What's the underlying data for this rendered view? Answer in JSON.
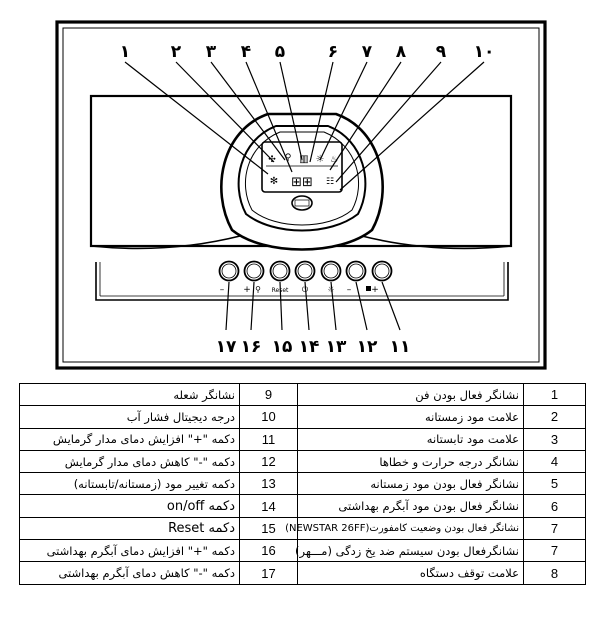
{
  "diagram": {
    "top_numbers": [
      "۱",
      "۲",
      "۳",
      "۴",
      "۵",
      "۶",
      "۷",
      "۸",
      "۹",
      "۱۰"
    ],
    "bottom_numbers": [
      "۱۷",
      "۱۶",
      "۱۵",
      "۱۴",
      "۱۳",
      "۱۲",
      "۱۱"
    ],
    "button_labels": [
      "–",
      "+",
      "Reset",
      "",
      "",
      "–",
      "+"
    ]
  },
  "legend": {
    "right_column": [
      {
        "no": "1",
        "text": "نشانگر فعال بودن فن"
      },
      {
        "no": "2",
        "text": "علامت مود زمستانه"
      },
      {
        "no": "3",
        "text": "علامت مود تابستانه"
      },
      {
        "no": "4",
        "text": "نشانگر درجه حرارت و خطاها"
      },
      {
        "no": "5",
        "text": "نشانگر فعال بودن مود زمستانه"
      },
      {
        "no": "6",
        "text": "نشانگر فعال بودن مود آبگرم بهداشتی"
      },
      {
        "no": "7",
        "text": "نشانگر فعال بودن وضعیت کامفورت(NEWSTAR 26FF)"
      },
      {
        "no": "7",
        "text": "نشانگرفعال بودن سیستم ضد یخ زدگی (مـــهر)"
      },
      {
        "no": "8",
        "text": "علامت توقف دستگاه"
      }
    ],
    "left_column": [
      {
        "no": "9",
        "text": "نشانگر شعله"
      },
      {
        "no": "10",
        "text": "درجه دیجیتال فشار آب"
      },
      {
        "no": "11",
        "text": "دکمه \"+\" افزایش دمای مدار گرمایش"
      },
      {
        "no": "12",
        "text": "دکمه \"-\" کاهش دمای مدار گرمایش"
      },
      {
        "no": "13",
        "text": "دکمه تغییر مود (زمستانه/تابستانه)"
      },
      {
        "no": "14",
        "text": "دکمه on/off"
      },
      {
        "no": "15",
        "text": "دکمه Reset"
      },
      {
        "no": "16",
        "text": "دکمه \"+\" افزایش دمای آبگرم بهداشتی"
      },
      {
        "no": "17",
        "text": "دکمه \"-\" کاهش دمای آبگرم بهداشتی"
      }
    ]
  }
}
